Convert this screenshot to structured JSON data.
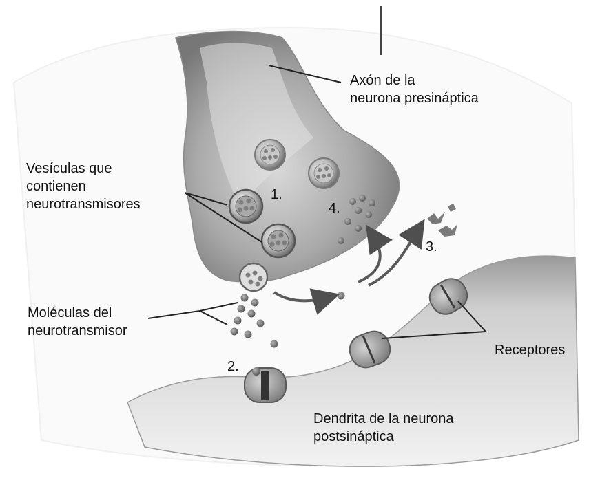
{
  "labels": {
    "axon": "Axón de la\nneurona presináptica",
    "vesicles": "Vesículas que\ncontienen\nneurotransmisores",
    "molecules": "Moléculas del\nneurotransmisor",
    "receptors": "Receptores",
    "dendrite": "Dendrita de la neurona\npostsináptica"
  },
  "steps": {
    "s1": "1.",
    "s2": "2.",
    "s3": "3.",
    "s4": "4."
  },
  "colors": {
    "neuron_dark": "#6e6e6e",
    "neuron_light": "#e6e6e6",
    "molecule": "#6f6f6f",
    "arrow": "#5a5a5a",
    "leader_line": "#222222"
  }
}
